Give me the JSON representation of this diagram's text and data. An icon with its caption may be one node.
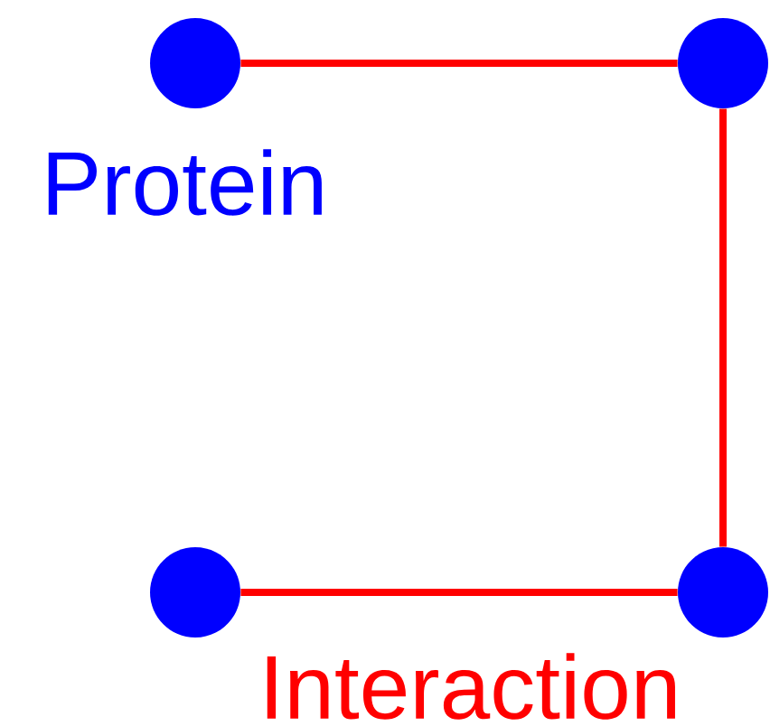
{
  "diagram": {
    "nodes": [
      {
        "text": [],
        "shape": "circle"
      },
      {
        "text": [],
        "shape": "circle"
      },
      {
        "text": [],
        "shape": "circle"
      },
      {
        "text": [],
        "shape": "circle"
      }
    ],
    "edges": [
      {
        "from": 0,
        "to": 1,
        "arrow": "none"
      },
      {
        "from": 1,
        "to": 3,
        "arrow": "none"
      },
      {
        "from": 2,
        "to": 3,
        "arrow": "none"
      }
    ],
    "labels": [
      "Protein",
      "Interaction"
    ]
  }
}
